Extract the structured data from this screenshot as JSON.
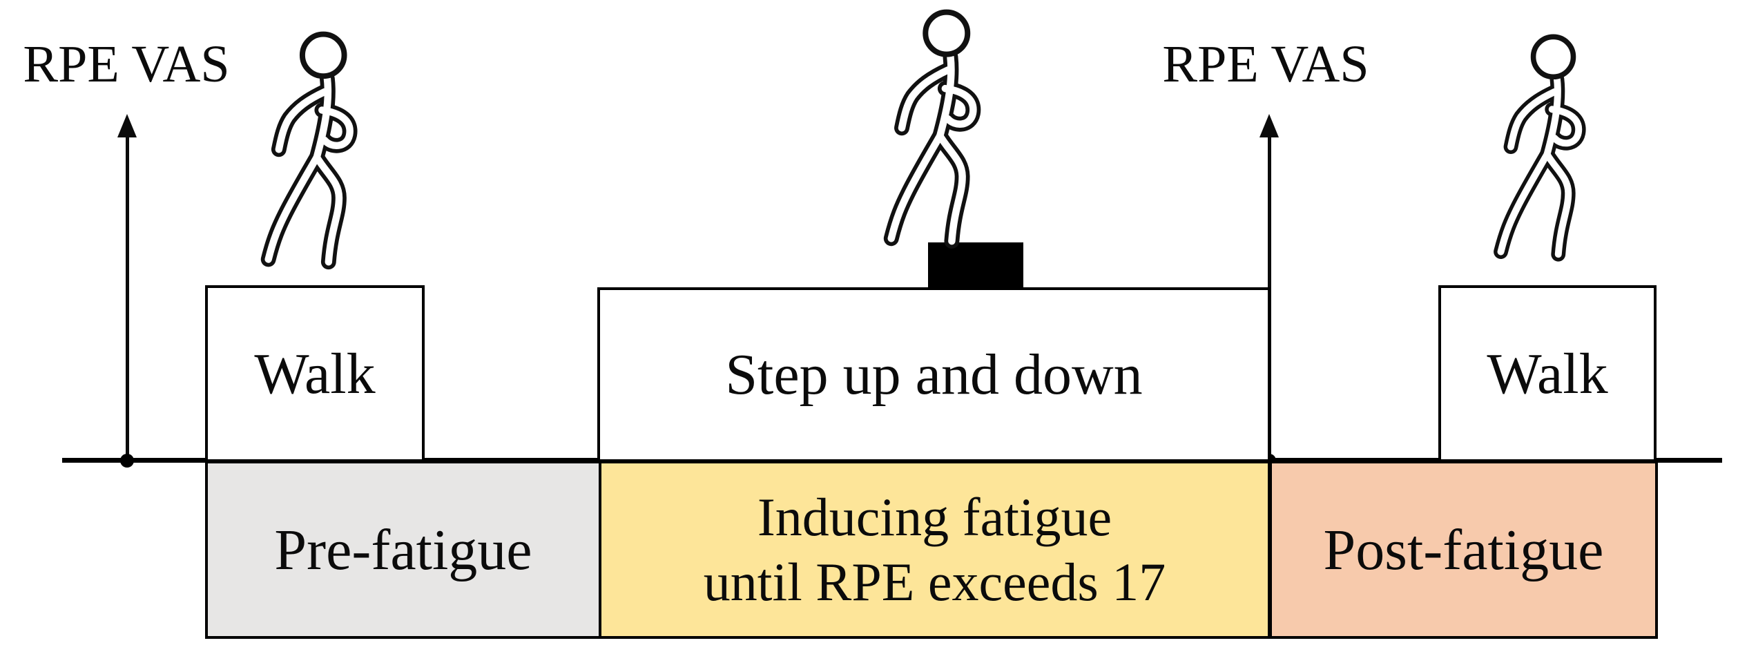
{
  "diagram": {
    "title_context": "fatigue-protocol-timeline",
    "axis_left": {
      "label": "RPE VAS"
    },
    "axis_right": {
      "label": "RPE VAS"
    },
    "top_phases": [
      {
        "id": "walk-pre",
        "label": "Walk"
      },
      {
        "id": "step-task",
        "label": "Step up and down"
      },
      {
        "id": "walk-post",
        "label": "Walk"
      }
    ],
    "bottom_phases": [
      {
        "id": "pre-fatigue",
        "label": "Pre-fatigue",
        "color": "#E7E6E5"
      },
      {
        "id": "inducing-fatigue",
        "label_line1": "Inducing fatigue",
        "label_line2": "until RPE exceeds 17",
        "color": "#FDE599"
      },
      {
        "id": "post-fatigue",
        "label": "Post-fatigue",
        "color": "#F7CAAC"
      }
    ],
    "icons": {
      "walking_person": "walking-person-icon",
      "step_block": "step-block-icon"
    },
    "line_color": "#000000"
  }
}
